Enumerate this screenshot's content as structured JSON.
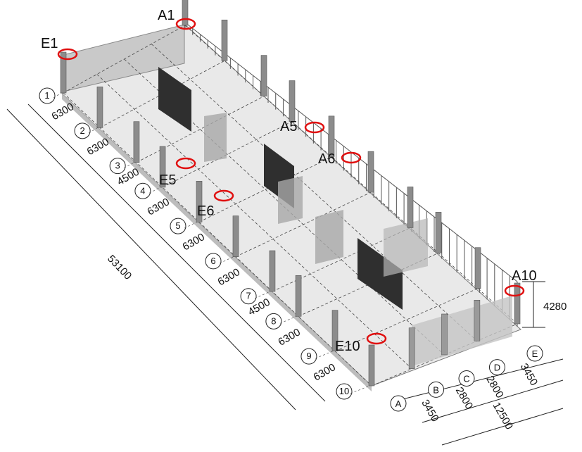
{
  "corner_labels": [
    "E1",
    "A1",
    "A5",
    "A6",
    "E5",
    "E6",
    "A10",
    "E10"
  ],
  "axis_rows": [
    "1",
    "2",
    "3",
    "4",
    "5",
    "6",
    "7",
    "8",
    "9",
    "10"
  ],
  "row_spacings": [
    "6300",
    "6300",
    "4500",
    "6300",
    "6300",
    "6300",
    "4500",
    "6300",
    "6300"
  ],
  "total_length": "53100",
  "axis_cols": [
    "A",
    "B",
    "C",
    "D",
    "E"
  ],
  "col_spacings": [
    "3450",
    "2800",
    "2800",
    "3450"
  ],
  "total_width": "12500",
  "wall_height": "4280",
  "colors": {
    "highlight": "#e01010",
    "dark_panel": "#2b2b2b",
    "floor": "#e6e6e6"
  }
}
